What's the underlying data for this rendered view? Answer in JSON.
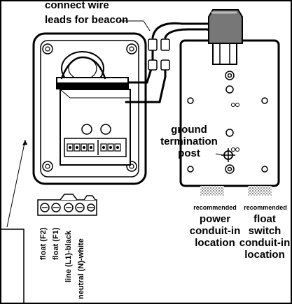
{
  "labels": {
    "beacon_line1": "connect wire",
    "beacon_line2": "leads for beacon",
    "ground_line1": "ground",
    "ground_line2": "termination",
    "ground_line3": "post",
    "power_rec": "recommended",
    "power_line1": "power",
    "power_line2": "conduit-in",
    "power_line3": "location",
    "float_rec": "recommended",
    "float_line1": "float",
    "float_line2": "switch",
    "float_line3": "conduit-in",
    "float_line4": "location"
  },
  "terminals": {
    "t1": "float (F2)",
    "t2": "float (F1)",
    "t3": "line (L1)-black",
    "t4": "neutral (N)-white"
  }
}
